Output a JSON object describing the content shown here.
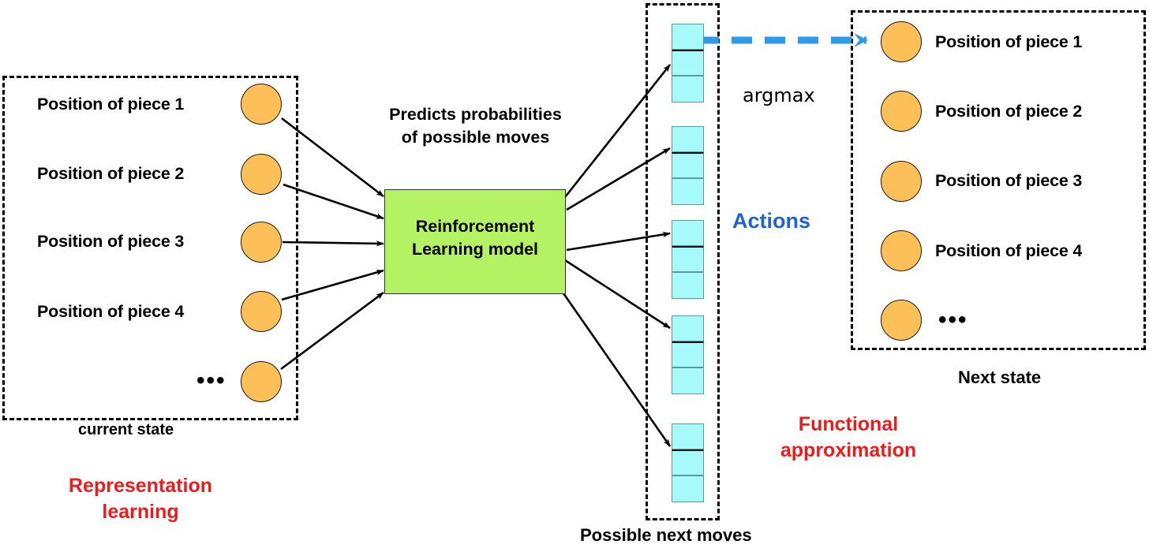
{
  "colors": {
    "node_fill": "#FDBF57",
    "node_stroke": "#1a1a1a",
    "model_fill": "#B2F263",
    "model_stroke": "#2f2f2f",
    "action_fill": "#A6FAFA",
    "action_stroke": "#5c9aa0",
    "arrow": "#000000",
    "argmax_arrow": "#2E9BEA",
    "accent_red": "#EF1B1B",
    "accent_blue": "#1F63D0",
    "panel_border": "#000000",
    "background": "#FFFFFF"
  },
  "current_state": {
    "caption": "current  state",
    "nodes": [
      {
        "label": "Position of piece 1"
      },
      {
        "label": "Position of piece 2"
      },
      {
        "label": "Position of piece 3"
      },
      {
        "label": "Position of piece 4"
      },
      {
        "label": "•••"
      }
    ],
    "annotation": "Representation\nlearning",
    "annotation_line1": "Representation",
    "annotation_line2": "learning"
  },
  "model": {
    "title_line1": "Reinforcement",
    "title_line2": "Learning model",
    "description_line1": "Predicts probabilities",
    "description_line2": "of possible moves"
  },
  "possible_moves": {
    "caption": "Possible next moves",
    "label": "Actions",
    "annotation_line1": "Functional",
    "annotation_line2": "approximation",
    "groups": [
      {
        "cells": 3,
        "highlighted_cell": 0
      },
      {
        "cells": 3,
        "highlighted_cell": 1
      },
      {
        "cells": 3,
        "highlighted_cell": 1
      },
      {
        "cells": 3,
        "highlighted_cell": 1
      },
      {
        "cells": 3,
        "highlighted_cell": 1
      }
    ]
  },
  "argmax": {
    "label": "argmax"
  },
  "next_state": {
    "caption": "Next state",
    "nodes": [
      {
        "label": "Position of piece 1"
      },
      {
        "label": "Position of piece 2"
      },
      {
        "label": "Position of piece 3"
      },
      {
        "label": "Position of piece 4"
      },
      {
        "label": "•••"
      }
    ]
  }
}
